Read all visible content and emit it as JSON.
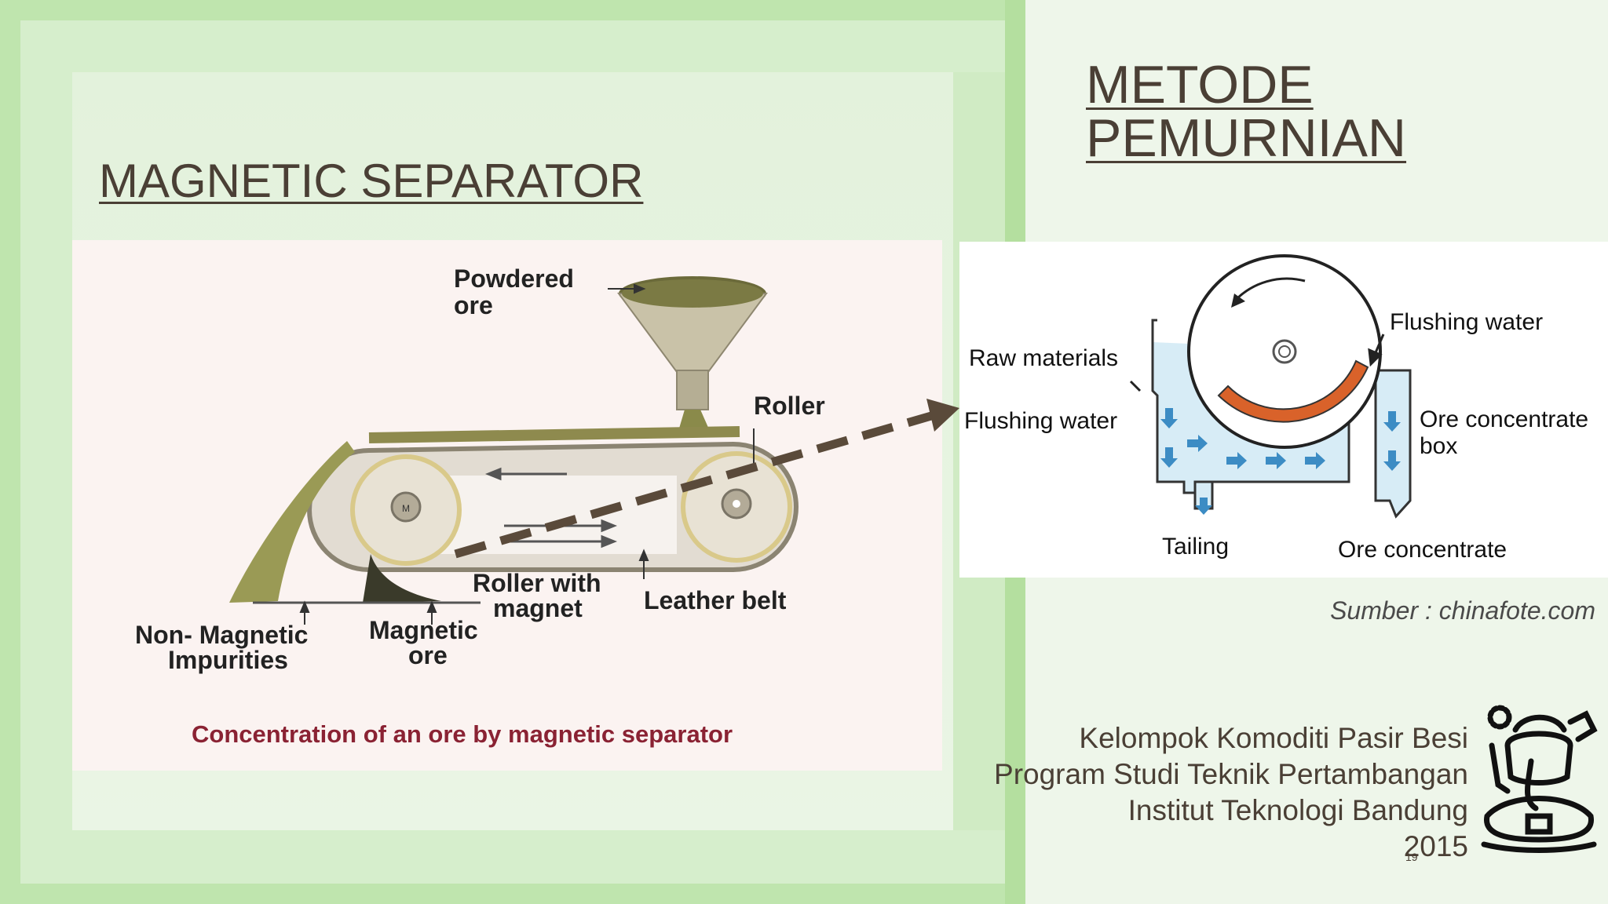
{
  "slide": {
    "left_title": "MAGNETIC SEPARATOR",
    "right_title_line1": "METODE",
    "right_title_line2": "PEMURNIAN",
    "source": "Sumber : chinafote.com",
    "credits": [
      "Kelompok Komoditi Pasir Besi",
      "Program Studi Teknik Pertambangan",
      "Institut Teknologi Bandung",
      "2015"
    ],
    "page_number": "19"
  },
  "left_diagram": {
    "label_powdered_1": "Powdered",
    "label_powdered_2": "ore",
    "label_roller": "Roller",
    "label_roller_magnet_1": "Roller with",
    "label_roller_magnet_2": "magnet",
    "label_leather_belt": "Leather belt",
    "label_nonmag_1": "Non- Magnetic",
    "label_nonmag_2": "Impurities",
    "label_magnetic_1": "Magnetic",
    "label_magnetic_2": "ore",
    "label_motor": "M",
    "caption": "Concentration of an ore by magnetic separator"
  },
  "right_diagram": {
    "label_raw": "Raw materials",
    "label_flush_left": "Flushing water",
    "label_flush_right": "Flushing water",
    "label_box_1": "Ore concentrate",
    "label_box_2": "box",
    "label_tailing": "Tailing",
    "label_concentrate": "Ore concentrate"
  },
  "colors": {
    "title_text": "#4a3f35",
    "frame_green": "#b9e3a8",
    "arrow": "#5a4a3a",
    "magnet_orange": "#d9622a",
    "water_blue": "#3c8cc4",
    "caption_red": "#8a2233"
  }
}
